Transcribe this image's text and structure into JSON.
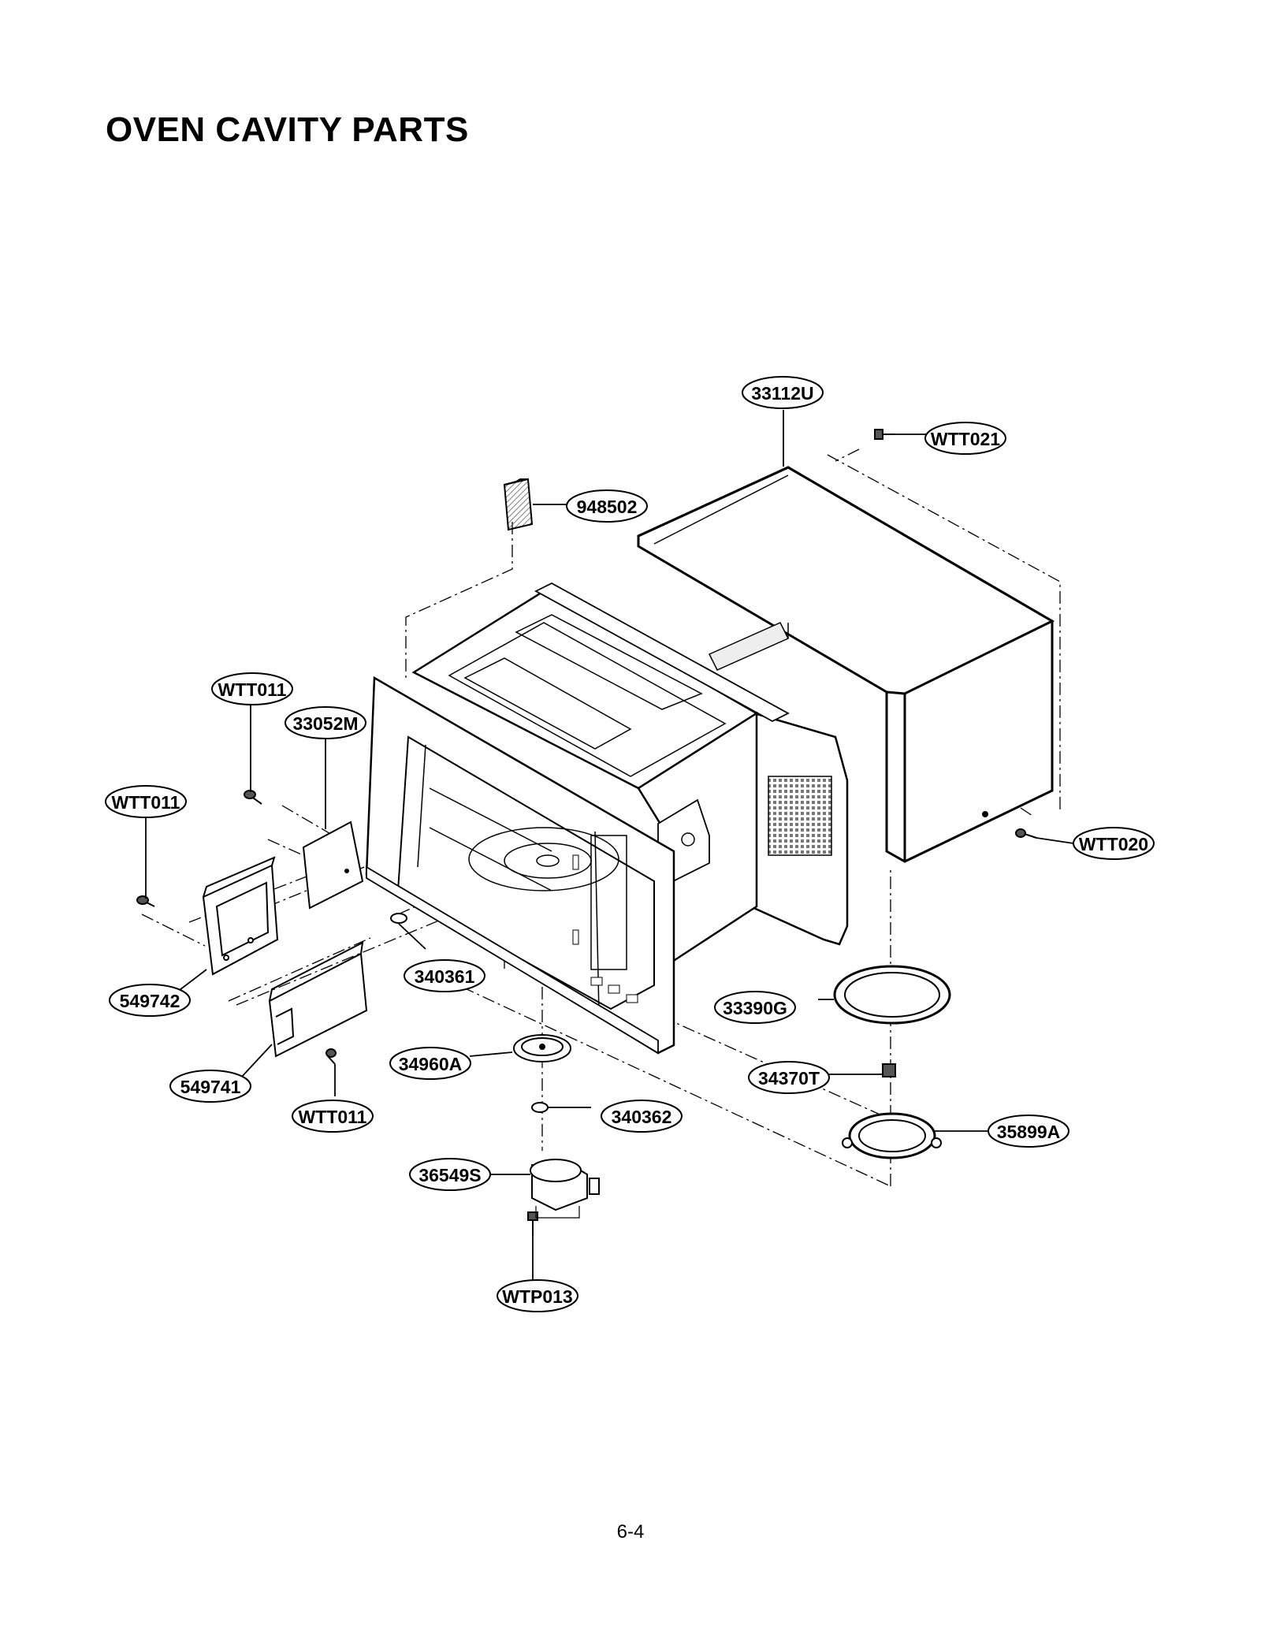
{
  "page": {
    "title": "OVEN CAVITY PARTS",
    "page_number": "6-4"
  },
  "labels": {
    "l_33112U": "33112U",
    "l_WTT021": "WTT021",
    "l_948502": "948502",
    "l_WTT011_a": "WTT011",
    "l_33052M": "33052M",
    "l_WTT011_b": "WTT011",
    "l_WTT020": "WTT020",
    "l_549742": "549742",
    "l_340361": "340361",
    "l_33390G": "33390G",
    "l_34960A": "34960A",
    "l_34370T": "34370T",
    "l_549741": "549741",
    "l_WTT011_c": "WTT011",
    "l_340362": "340362",
    "l_35899A": "35899A",
    "l_36549S": "36549S",
    "l_WTP013": "WTP013"
  }
}
